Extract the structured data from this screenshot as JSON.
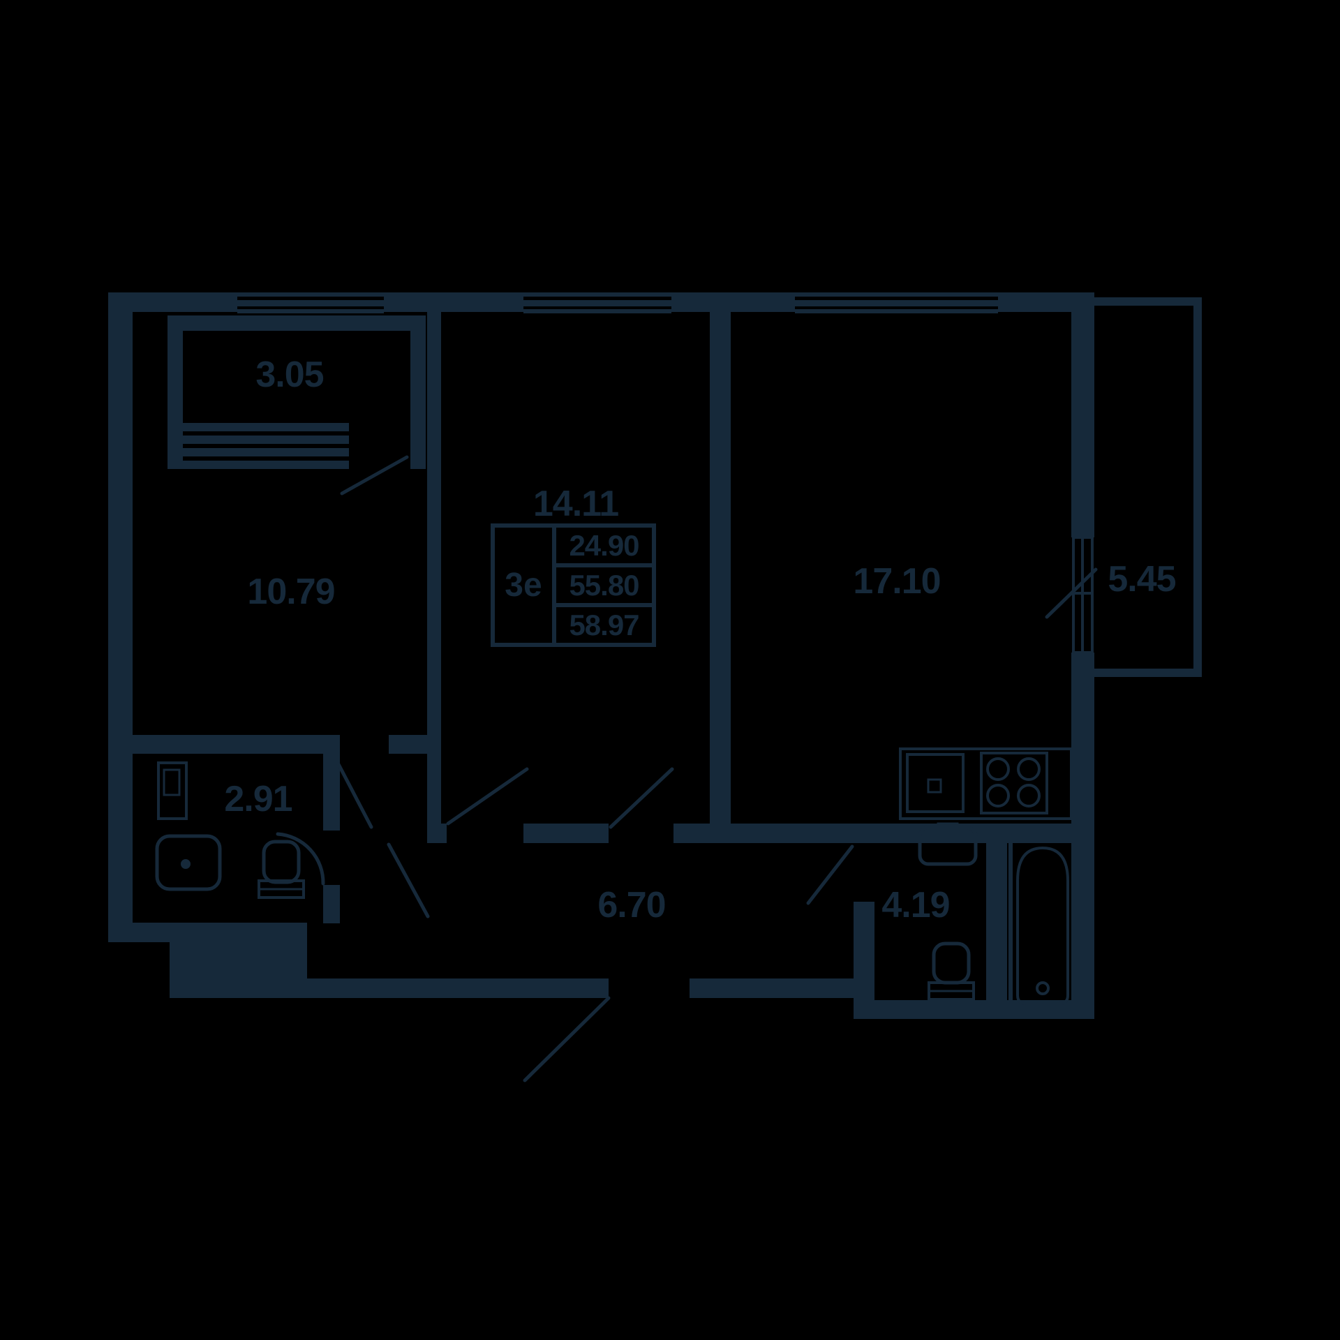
{
  "colors": {
    "background": "#000000",
    "ink": "#16293a"
  },
  "floorplan": {
    "unit_type_label": "3е",
    "area_table": {
      "living_area": "24.90",
      "apartment_area": "55.80",
      "total_area": "58.97"
    },
    "rooms": [
      {
        "name": "loggia-top",
        "area_label": "3.05"
      },
      {
        "name": "bedroom",
        "area_label": "10.79"
      },
      {
        "name": "bathroom-small",
        "area_label": "2.91"
      },
      {
        "name": "room-center",
        "area_label": "14.11"
      },
      {
        "name": "kitchen-living",
        "area_label": "17.10"
      },
      {
        "name": "balcony-right",
        "area_label": "5.45"
      },
      {
        "name": "hallway",
        "area_label": "6.70"
      },
      {
        "name": "bathroom",
        "area_label": "4.19"
      }
    ]
  }
}
